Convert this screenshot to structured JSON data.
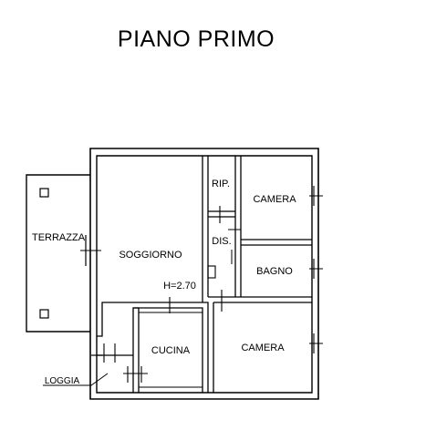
{
  "title": "PIANO PRIMO",
  "rooms": {
    "terrazza": "TERRAZZA",
    "soggiorno": "SOGGIORNO",
    "height": "H=2.70",
    "rip": "RIP.",
    "dis": "DIS.",
    "camera_top": "CAMERA",
    "bagno": "BAGNO",
    "cucina": "CUCINA",
    "camera_bottom": "CAMERA",
    "loggia": "LOGGIA"
  },
  "colors": {
    "ink": "#000000",
    "paper": "#ffffff"
  }
}
